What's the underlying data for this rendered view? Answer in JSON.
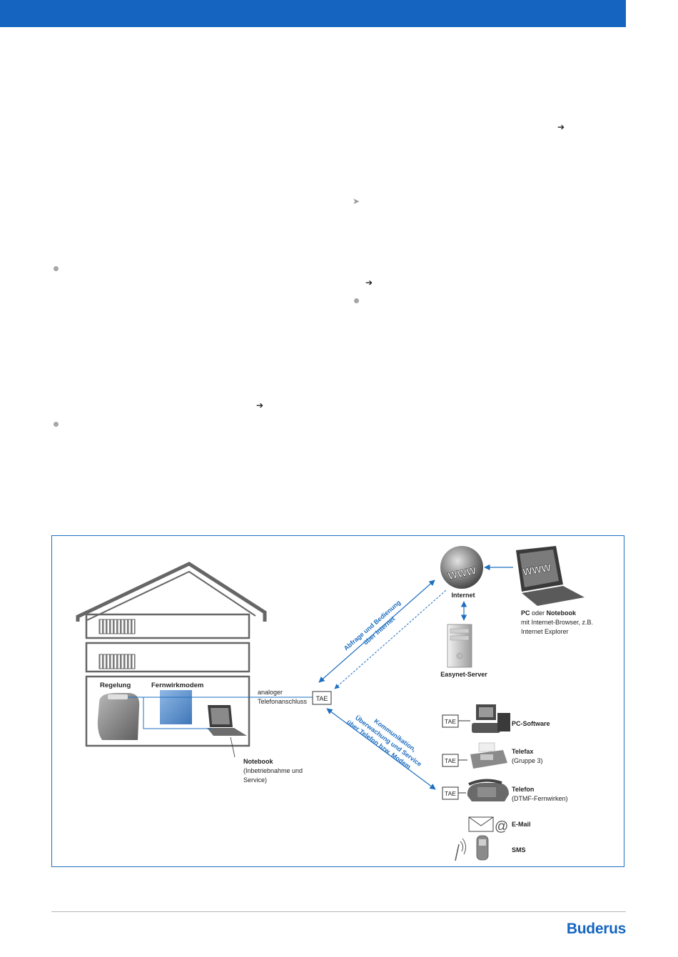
{
  "glyphs": {
    "arrow": "➔",
    "triangle": "➤"
  },
  "figure": {
    "house": {
      "regelung": "Regelung",
      "fernwirkmodem": "Fernwirkmodem",
      "notebook_bold": "Notebook",
      "notebook_line1": "(Inbetriebnahme und",
      "notebook_line2": "Service)",
      "analog_line1": "analoger",
      "analog_line2": "Telefonanschluss"
    },
    "tae": "TAE",
    "internet_arrow_line1": "Abfrage und Bedienung",
    "internet_arrow_line2": "über Internet",
    "comm_arrow_line1": "Kommunikation,",
    "comm_arrow_line2": "Überwachung und Service",
    "comm_arrow_line3": "über Telefon bzw. Modem",
    "internet": "Internet",
    "www": "WWW",
    "easynet": "Easynet-Server",
    "pc_bold": "PC",
    "pc_oder": " oder ",
    "pc_notebook": "Notebook",
    "pc_line2": "mit Internet-Browser, z.B.",
    "pc_line3": "Internet Explorer",
    "pcsoftware": "PC-Software",
    "telefax": "Telefax",
    "telefax_sub": "(Gruppe 3)",
    "telefon": "Telefon",
    "telefon_sub": "(DTMF-Fernwirken)",
    "email": "E-Mail",
    "at": "@",
    "sms": "SMS"
  },
  "brand": {
    "logo": "Buderus",
    "color": "#1565c0"
  }
}
